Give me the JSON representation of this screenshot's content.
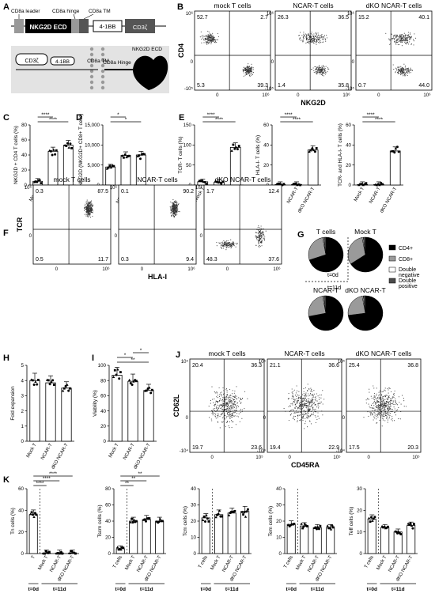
{
  "panels": [
    "A",
    "B",
    "C",
    "D",
    "E",
    "F",
    "G",
    "H",
    "I",
    "J",
    "K"
  ],
  "A": {
    "top_labels": [
      "CD8a leader",
      "CD8a hinge",
      "CD8a TM"
    ],
    "boxes": [
      "NKG2D ECD",
      "4-1BB",
      "CD3ζ"
    ],
    "schematic": [
      "CD3ζ",
      "4-1BB",
      "CD8a TM",
      "CD8a Hinge",
      "NKG2D ECD"
    ]
  },
  "B": {
    "xlabel": "NKG2D",
    "ylabel": "CD4",
    "plots": [
      {
        "title": "mock T cells",
        "q": [
          "52.7",
          "2.7",
          "5.3",
          "39.3"
        ]
      },
      {
        "title": "NCAR-T cells",
        "q": [
          "26.3",
          "36.5",
          "1.4",
          "35.8"
        ]
      },
      {
        "title": "dKO NCAR-T cells",
        "q": [
          "15.2",
          "40.1",
          "0.7",
          "44.0"
        ]
      }
    ],
    "ticks": {
      "top": "10⁶",
      "zero": "0",
      "neg": "-10⁵"
    }
  },
  "F": {
    "xlabel": "HLA-I",
    "ylabel": "TCR",
    "plots": [
      {
        "title": "mock T cells",
        "q": [
          "0.3",
          "87.5",
          "0.5",
          "11.7"
        ]
      },
      {
        "title": "NCAR-T cells",
        "q": [
          "0.1",
          "90.2",
          "0.3",
          "9.4"
        ]
      },
      {
        "title": "dKO NCAR-T cells",
        "q": [
          "1.7",
          "12.4",
          "48.3",
          "37.6"
        ]
      }
    ],
    "ticks": {
      "top": "10⁶",
      "zero": "0"
    }
  },
  "J": {
    "xlabel": "CD45RA",
    "ylabel": "CD62L",
    "plots": [
      {
        "title": "mock T cells",
        "q": [
          "20.4",
          "36.3",
          "19.7",
          "23.6"
        ]
      },
      {
        "title": "NCAR-T cells",
        "q": [
          "21.1",
          "36.6",
          "19.4",
          "22.9"
        ]
      },
      {
        "title": "dKO NCAR-T cells",
        "q": [
          "25.4",
          "36.8",
          "17.5",
          "20.3"
        ]
      }
    ],
    "ticks": {
      "top": "10⁵",
      "zero": "0",
      "neg": "-10⁴"
    }
  },
  "G": {
    "labels": [
      "T cells",
      "Mock T",
      "NCAR-T",
      "dKO NCAR-T"
    ],
    "times": [
      "t=0d",
      "t=11d"
    ],
    "legend": [
      "CD4+",
      "CD8+",
      "Double negative",
      "Double positive"
    ],
    "colors": [
      "#000000",
      "#9a9a9a",
      "#ffffff",
      "#4a4a4a"
    ],
    "pies": [
      [
        70,
        27,
        1,
        2
      ],
      [
        66,
        31,
        1,
        2
      ],
      [
        72,
        25,
        1,
        2
      ],
      [
        73,
        24,
        1,
        2
      ]
    ]
  },
  "chart_data": [
    {
      "type": "bar",
      "panel": "C",
      "ylabel": "NKG2D + CD4 T cells (%)",
      "categories": [
        "Mock T",
        "NCAR-T",
        "dKO NCAR-T"
      ],
      "values": [
        5,
        45,
        53
      ],
      "ylim": [
        0,
        80
      ],
      "ticks": [
        0,
        20,
        40,
        60,
        80
      ],
      "sig": [
        "****",
        "****"
      ]
    },
    {
      "type": "bar",
      "panel": "D",
      "ylabel": "MFI NKG2D (NKG2D+ CD8+ T cells)",
      "categories": [
        "Mock T",
        "NCAR-T",
        "dKO NCAR-T"
      ],
      "values": [
        4500,
        7400,
        7500
      ],
      "ylim": [
        0,
        15000
      ],
      "ticks": [
        0,
        5000,
        10000,
        15000
      ],
      "tick_labels": [
        "0",
        "5,000",
        "10,000",
        "15,000"
      ],
      "sig": [
        "*",
        "*"
      ]
    },
    {
      "type": "bar",
      "panel": "E1",
      "ylabel": "TCR- T cells (%)",
      "categories": [
        "Mock T",
        "NCAR-T",
        "dKO NCAR-T"
      ],
      "values": [
        8,
        7,
        94
      ],
      "ylim": [
        0,
        150
      ],
      "ticks": [
        0,
        50,
        100,
        150
      ],
      "sig": [
        "****",
        "****"
      ]
    },
    {
      "type": "bar",
      "panel": "E2",
      "ylabel": "HLA-I- T cells (%)",
      "categories": [
        "Mock T",
        "NCAR-T",
        "dKO NCAR-T"
      ],
      "values": [
        0.5,
        0.5,
        35
      ],
      "ylim": [
        0,
        60
      ],
      "ticks": [
        0,
        20,
        40,
        60
      ],
      "sig": [
        "****",
        "****"
      ]
    },
    {
      "type": "bar",
      "panel": "E3",
      "ylabel": "TCR- and HLA-I- T cells (%)",
      "categories": [
        "Mock T",
        "NCAR-T",
        "dKO NCAR-T"
      ],
      "values": [
        0.5,
        0.5,
        34
      ],
      "ylim": [
        0,
        60
      ],
      "ticks": [
        0,
        20,
        40,
        60
      ],
      "sig": [
        "****",
        "****"
      ]
    },
    {
      "type": "bar",
      "panel": "H",
      "ylabel": "Fold expansion",
      "categories": [
        "Mock T",
        "NCAR-T",
        "dKO NCAR-T"
      ],
      "values": [
        4.0,
        3.85,
        3.5
      ],
      "ylim": [
        0,
        5
      ],
      "ticks": [
        0,
        1,
        2,
        3,
        4,
        5
      ]
    },
    {
      "type": "bar",
      "panel": "I",
      "ylabel": "Viability (%)",
      "categories": [
        "Mock T",
        "NCAR-T",
        "dKO NCAR-T"
      ],
      "values": [
        87,
        79,
        67
      ],
      "ylim": [
        0,
        100
      ],
      "ticks": [
        0,
        20,
        40,
        60,
        80,
        100
      ],
      "sig": [
        "**",
        "*",
        "*"
      ]
    },
    {
      "type": "bar",
      "panel": "K1",
      "ylabel": "Tn cells (%)",
      "categories": [
        "T",
        "Mock T",
        "NCAR-T",
        "dKO NCAR-T"
      ],
      "values": [
        36,
        0.5,
        0.5,
        0.5
      ],
      "ylim": [
        0,
        60
      ],
      "ticks": [
        0,
        20,
        40,
        60
      ],
      "sig": [
        "****",
        "****",
        "****"
      ],
      "time": [
        "t=0d",
        "t=11d"
      ]
    },
    {
      "type": "bar",
      "panel": "K2",
      "ylabel": "Tscm cells (%)",
      "categories": [
        "T cells",
        "Mock T",
        "NCAR-T",
        "dKO NCAR-T"
      ],
      "values": [
        6,
        40,
        42,
        40
      ],
      "ylim": [
        0,
        80
      ],
      "ticks": [
        0,
        20,
        40,
        60,
        80
      ],
      "sig": [
        "**",
        "**",
        "**"
      ],
      "time": [
        "t=0d",
        "t=11d"
      ]
    },
    {
      "type": "bar",
      "panel": "K3",
      "ylabel": "Tcm cells (%)",
      "categories": [
        "T cells",
        "Mock T",
        "NCAR-T",
        "dKO NCAR-T"
      ],
      "values": [
        22,
        24,
        25,
        26
      ],
      "ylim": [
        0,
        40
      ],
      "ticks": [
        0,
        10,
        20,
        30,
        40
      ],
      "time": [
        "t=0d",
        "t=11d"
      ]
    },
    {
      "type": "bar",
      "panel": "K4",
      "ylabel": "Tem cells (%)",
      "categories": [
        "T cells",
        "Mock T",
        "NCAR-T",
        "dKO NCAR-T"
      ],
      "values": [
        18,
        17,
        16,
        16
      ],
      "ylim": [
        0,
        40
      ],
      "ticks": [
        0,
        10,
        20,
        30,
        40
      ],
      "time": [
        "t=0d",
        "t=11d"
      ]
    },
    {
      "type": "bar",
      "panel": "K5",
      "ylabel": "Teff cells (%)",
      "categories": [
        "T cells",
        "Mock T",
        "NCAR-T",
        "dKO NCAR-T"
      ],
      "values": [
        16,
        12,
        10,
        13
      ],
      "ylim": [
        0,
        30
      ],
      "ticks": [
        0,
        10,
        20,
        30
      ],
      "time": [
        "t=0d",
        "t=11d"
      ]
    }
  ]
}
